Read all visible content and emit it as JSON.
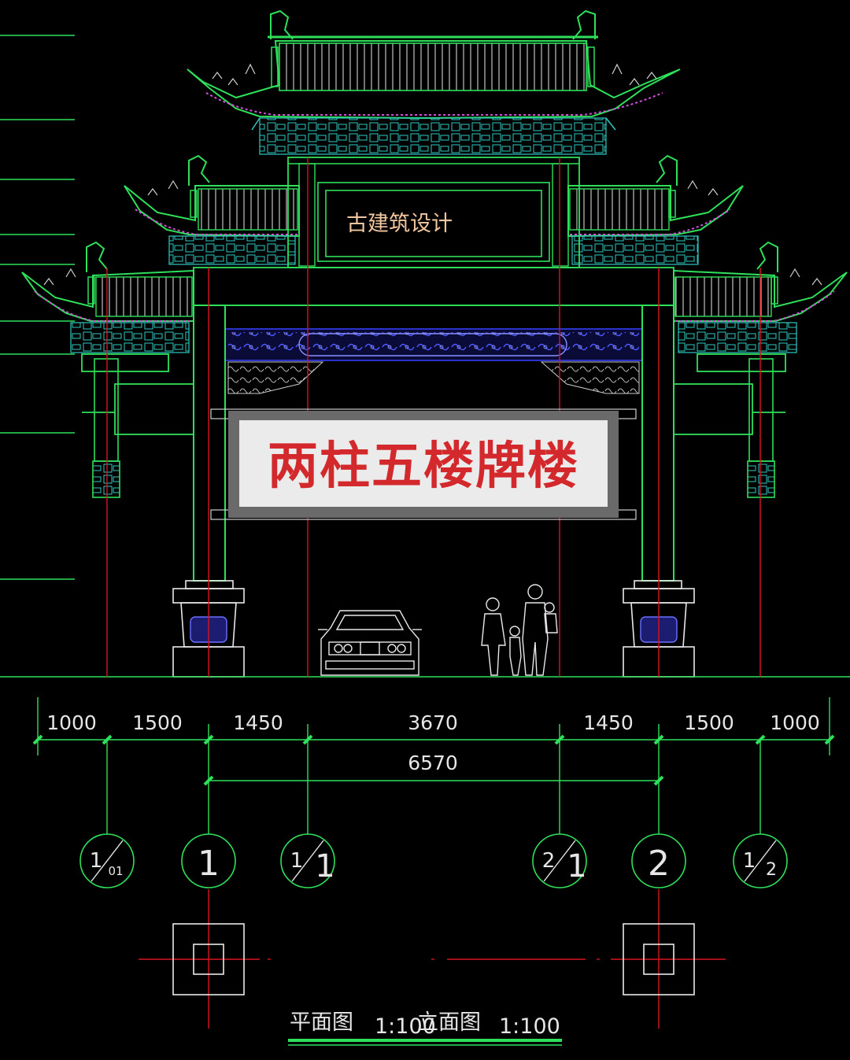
{
  "plaque_text": "古建筑设计",
  "banner_title": "两柱五楼牌楼",
  "colors": {
    "background": "#000000",
    "roof_line": "#2ee05a",
    "tile_line": "#e8e8e8",
    "bracket_line": "#2fc9c1",
    "eave_accent": "#d24fd8",
    "axis_red": "#d8141e",
    "beam_blue": "#2a32c8",
    "banner_fill": "#ebebeb",
    "banner_text": "#d3282c"
  },
  "dimensions": {
    "row1": [
      "1000",
      "1500",
      "1450",
      "3670",
      "1450",
      "1500",
      "1000"
    ],
    "row2": [
      "6570"
    ]
  },
  "axes": {
    "a01": {
      "top": "1",
      "bottom": "01"
    },
    "a1": {
      "label": "1"
    },
    "a11": {
      "top": "1",
      "bottom": "1"
    },
    "a21": {
      "top": "2",
      "bottom": "1"
    },
    "a2": {
      "label": "2"
    },
    "a12": {
      "top": "1",
      "bottom": "2"
    }
  },
  "captions": {
    "plan_title": "平面图",
    "plan_scale": "1:100",
    "elevation_title": "立面图",
    "elevation_scale": "1:100"
  }
}
